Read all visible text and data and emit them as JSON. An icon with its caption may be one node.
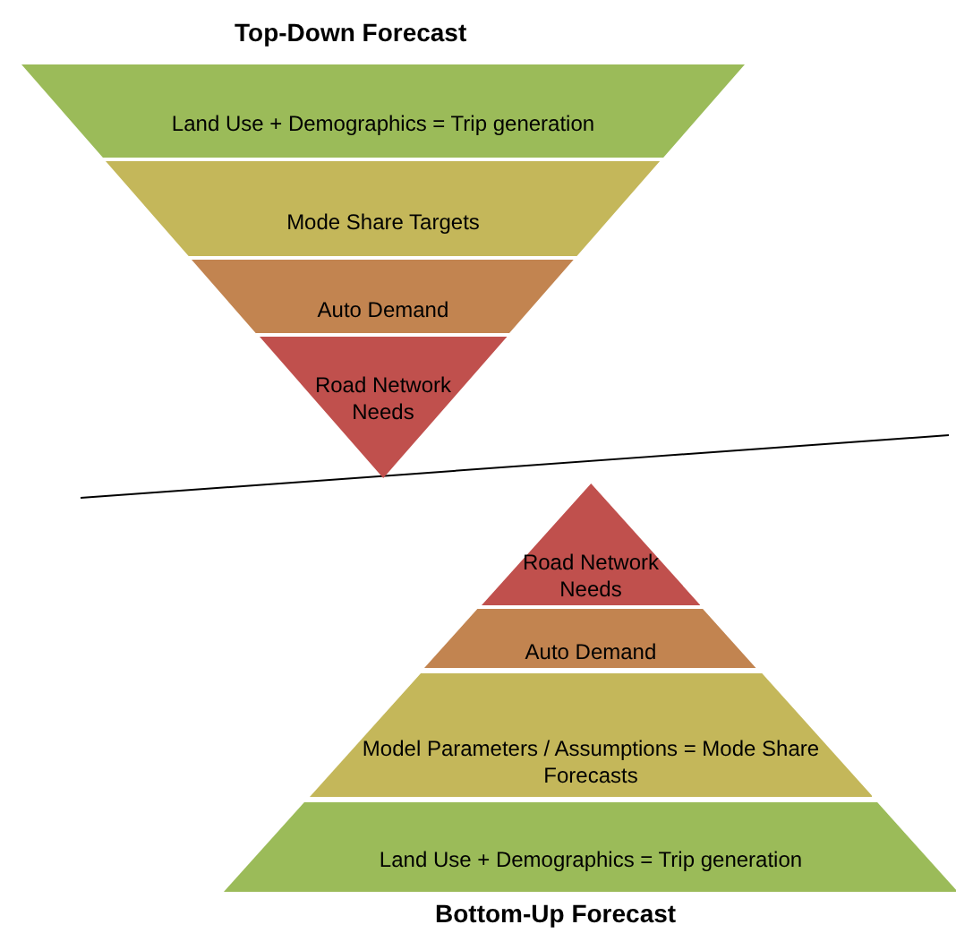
{
  "diagram": {
    "nodes": [
      {
        "text": [
          "Land Use + Demographics = Trip generation"
        ]
      },
      {
        "text": [
          "Mode Share Targets"
        ]
      },
      {
        "text": [
          "Auto Demand"
        ]
      },
      {
        "text": [
          "Road Network Needs"
        ]
      },
      {
        "text": [
          "Road Network Needs"
        ]
      },
      {
        "text": [
          "Auto Demand"
        ]
      },
      {
        "text": [
          "Model Parameters / Assumptions = Mode Share Forecasts"
        ]
      },
      {
        "text": [
          "Land Use + Demographics = Trip generation"
        ]
      }
    ],
    "labels": [
      "Top-Down Forecast",
      "Bottom-Up Forecast"
    ]
  }
}
